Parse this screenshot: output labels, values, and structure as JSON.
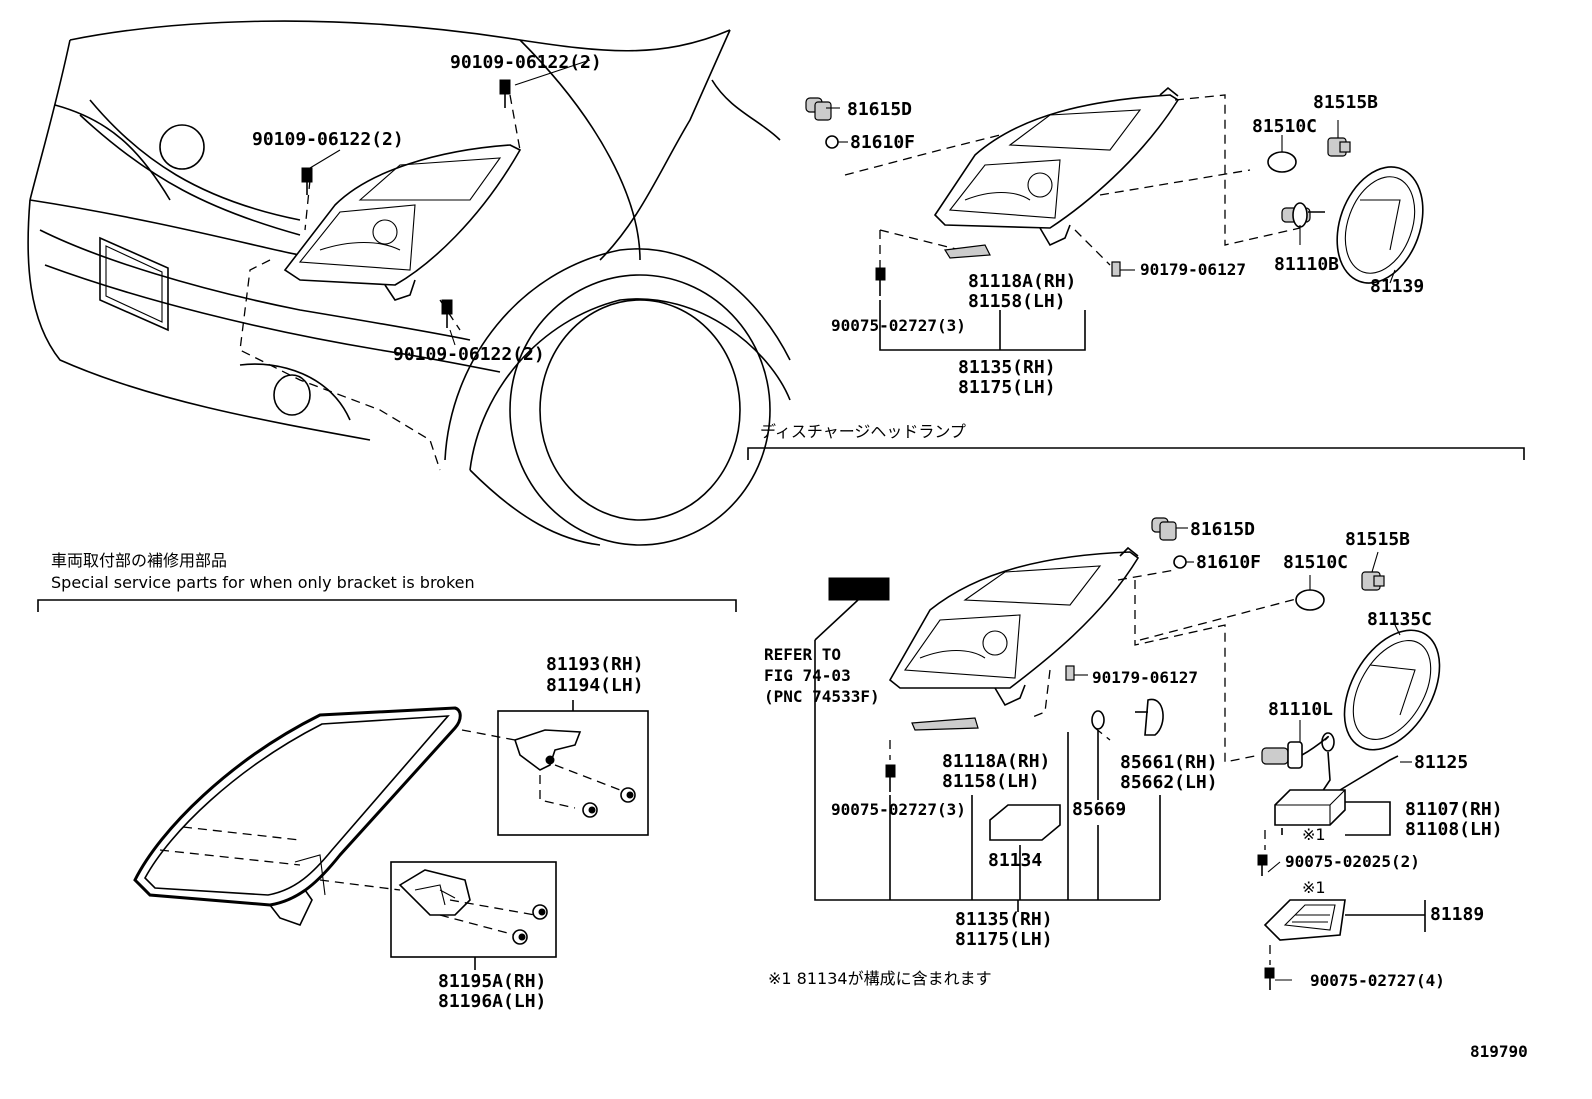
{
  "figure_code": "819790",
  "top_left": {
    "bolt_top": "90109-06122(2)",
    "bolt_left": "90109-06122(2)",
    "bolt_bottom": "90109-06122(2)"
  },
  "top_right": {
    "bulb_81615d": "81615D",
    "socket_81610f": "81610F",
    "bulb_81510c": "81510C",
    "socket_81515b": "81515B",
    "bulb_81110b": "81110B",
    "cover_81139": "81139",
    "clip_90179": "90179-06127",
    "bracket_rh": "81118A(RH)",
    "bracket_lh": "81158(LH)",
    "screw": "90075-02727(3)",
    "assy_rh": "81135(RH)",
    "assy_lh": "81175(LH)"
  },
  "discharge": {
    "heading": "ディスチャージヘッドランプ",
    "bulb_81615d": "81615D",
    "socket_81610f": "81610F",
    "bulb_81510c": "81510C",
    "socket_81515b": "81515B",
    "cover_81135c": "81135C",
    "refer_line1": "REFER TO",
    "refer_line2": "FIG 74-03",
    "refer_line3": "(PNC 74533F)",
    "clip_90179": "90179-06127",
    "bulb_81110l": "81110L",
    "part_81125": "81125",
    "bracket_rh": "81118A(RH)",
    "bracket_lh": "81158(LH)",
    "actuator_rh": "85661(RH)",
    "actuator_lh": "85662(LH)",
    "ballast_rh": "81107(RH)",
    "ballast_lh": "81108(LH)",
    "mark1": "※1",
    "screw_90075_02025": "90075-02025(2)",
    "screw_90075_02727": "90075-02727(3)",
    "part_85669": "85669",
    "gasket_81134": "81134",
    "mark2": "※1",
    "part_81189": "81189",
    "screw_bottom": "90075-02727(4)",
    "assy_rh": "81135(RH)",
    "assy_lh": "81175(LH)",
    "footnote": "※1  81134が構成に含まれます"
  },
  "service": {
    "title_jp": "車両取付部の補修用部品",
    "title_en": "Special service parts for when only bracket is broken",
    "bracket_upper_rh": "81193(RH)",
    "bracket_upper_lh": "81194(LH)",
    "bracket_lower_rh": "81195A(RH)",
    "bracket_lower_lh": "81196A(LH)"
  }
}
